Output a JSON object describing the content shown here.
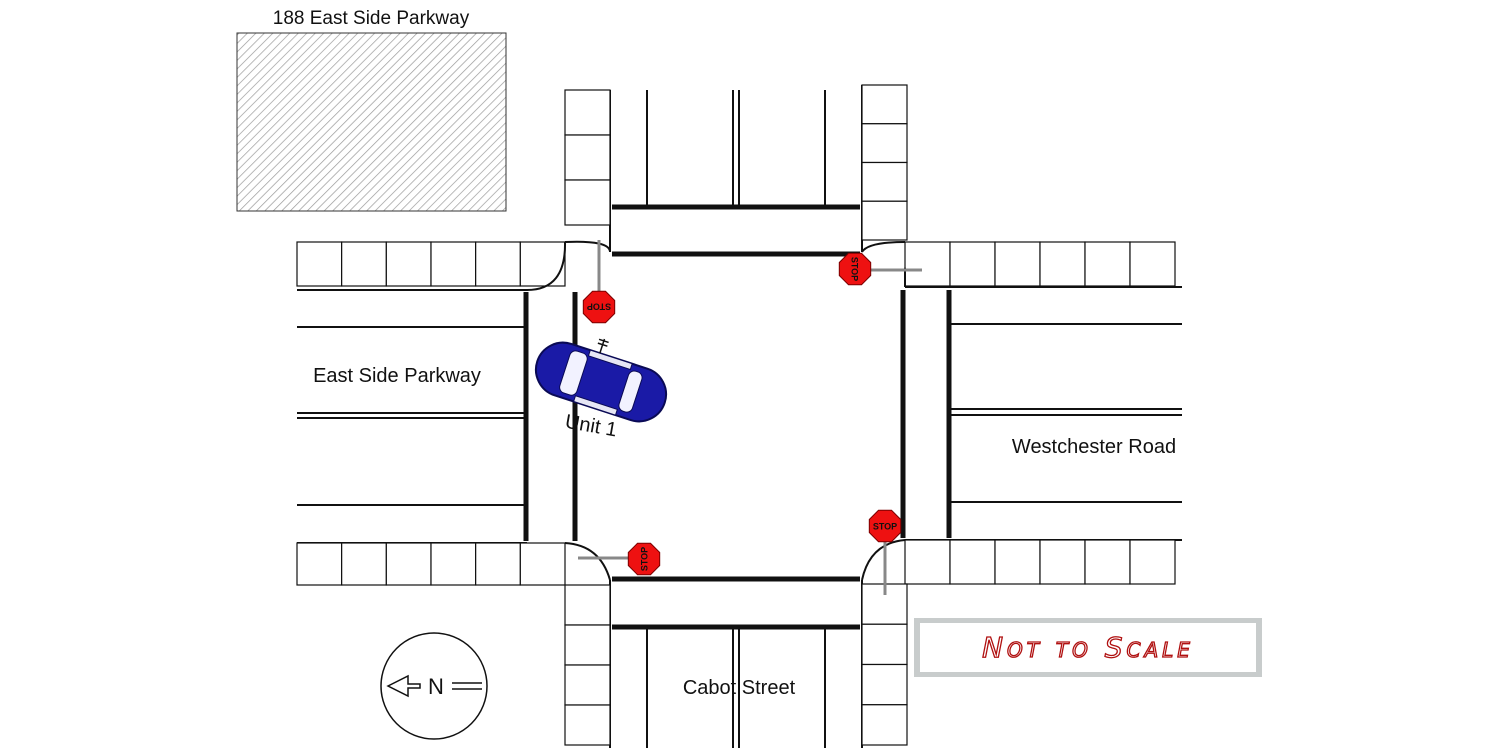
{
  "labels": {
    "building": "188 East Side Parkway",
    "road_west": "East Side Parkway",
    "road_east": "Westchester Road",
    "road_south": "Cabot Street",
    "unit": "Unit 1",
    "north": "N",
    "scale_note": "Not to Scale"
  },
  "stop_sign_text": "STOP",
  "colors": {
    "stop_sign": "#ee1111",
    "vehicle": "#1a1aa6",
    "scale_text": "#b01010",
    "scale_frame": "#c8cccc"
  },
  "icons": {
    "vehicle": "car-top-view-icon",
    "stop_sign": "stop-sign-icon",
    "north_arrow": "north-arrow-icon"
  }
}
